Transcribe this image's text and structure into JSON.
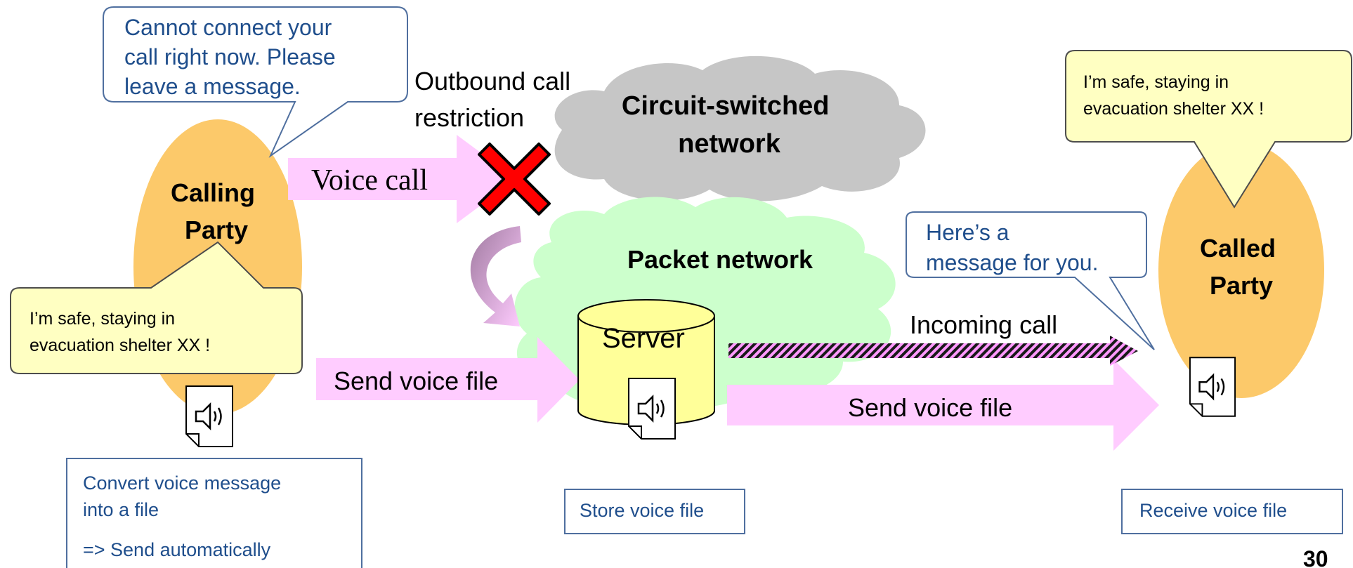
{
  "callout_top_left": {
    "lines": [
      "Cannot connect your",
      "call right now. Please",
      "leave a message."
    ]
  },
  "outbound_restriction": {
    "lines": [
      "Outbound call",
      "restriction"
    ]
  },
  "circuit_network": {
    "lines": [
      "Circuit-switched",
      "network"
    ]
  },
  "voice_call_label": "Voice call",
  "calling_party": {
    "lines": [
      "Calling",
      "Party"
    ]
  },
  "called_party": {
    "lines": [
      "Called",
      "Party"
    ]
  },
  "calling_bubble": {
    "lines": [
      "I’m safe, staying in",
      "evacuation shelter XX !"
    ]
  },
  "called_bubble": {
    "lines": [
      "I’m safe, staying in",
      "evacuation shelter XX !"
    ]
  },
  "packet_network": "Packet network",
  "server_label": "Server",
  "incoming_call_label": "Incoming call",
  "message_callout": {
    "lines": [
      "Here’s a",
      "message for you."
    ]
  },
  "send_voice_file_left": "Send voice file",
  "send_voice_file_right": "Send voice file",
  "convert_box": {
    "lines": [
      "Convert voice message",
      "into a file",
      "=>  Send automatically"
    ]
  },
  "store_box": "Store voice file",
  "receive_box": "Receive  voice file",
  "page_number": "30",
  "colors": {
    "party_fill": "#fcc96a",
    "bubble_fill": "#ffffc2",
    "circuit_cloud": "#c6c6c6",
    "packet_cloud": "#ccffcc",
    "arrow_pink": "#ffccff",
    "server_fill": "#ffff99",
    "text_blue": "#1f4e8c",
    "x_red": "#ff0000"
  },
  "icons": [
    "speaker-file-icon",
    "cross-icon",
    "curved-arrow-icon"
  ]
}
